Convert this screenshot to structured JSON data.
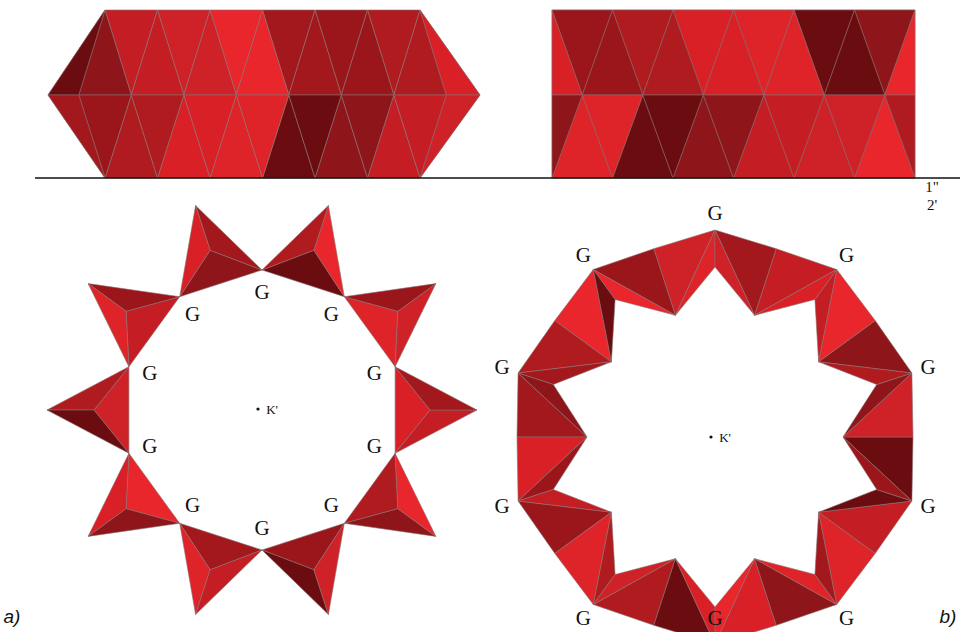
{
  "diagram": {
    "labels": [
      "1\"",
      "2'",
      "G",
      "G",
      "G",
      "G",
      "G",
      "G",
      "G",
      "G",
      "G",
      "G",
      "K'",
      "G",
      "G",
      "G",
      "G",
      "G",
      "G",
      "G",
      "G",
      "G",
      "G",
      "K'",
      "a)",
      "b)"
    ]
  }
}
